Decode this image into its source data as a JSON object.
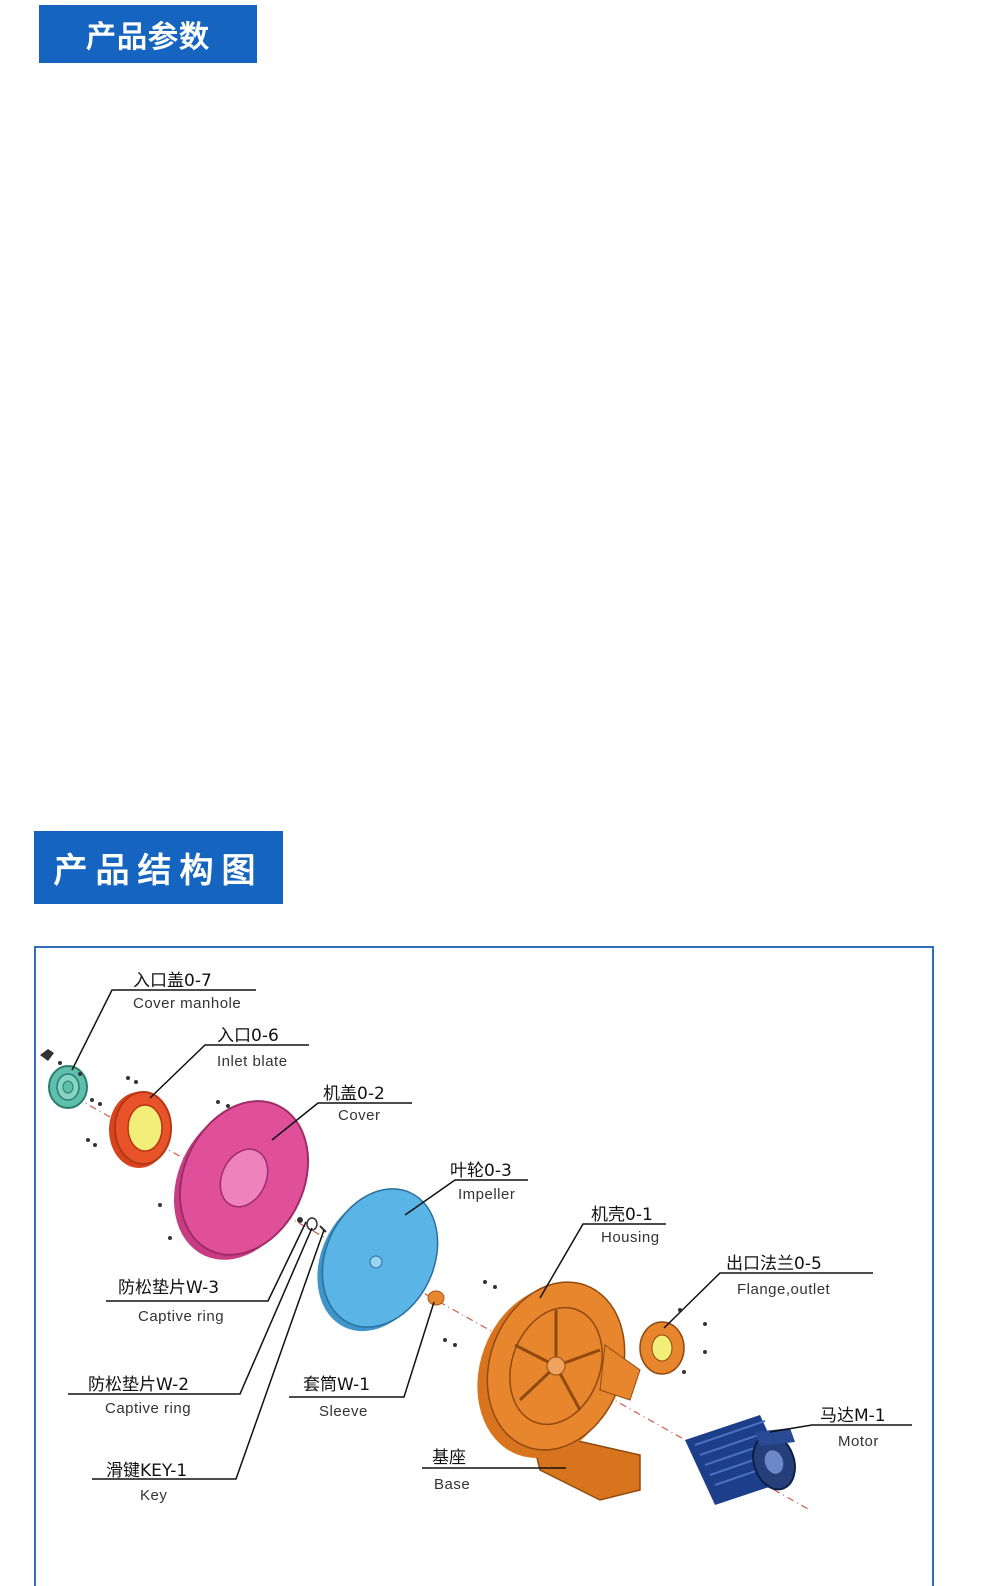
{
  "sections": {
    "params_title": "产品参数",
    "structure_title": "产品结构图"
  },
  "parts": {
    "cover_manhole": {
      "cn": "入口盖0-7",
      "en": "Cover manhole"
    },
    "inlet_blate": {
      "cn": "入口0-6",
      "en": "Inlet blate"
    },
    "cover": {
      "cn": "机盖0-2",
      "en": "Cover"
    },
    "impeller": {
      "cn": "叶轮0-3",
      "en": "Impeller"
    },
    "housing": {
      "cn": "机壳0-1",
      "en": "Housing"
    },
    "flange_outlet": {
      "cn": "出口法兰0-5",
      "en": "Flange,outlet"
    },
    "captive_ring_w3": {
      "cn": "防松垫片W-3",
      "en": "Captive ring"
    },
    "captive_ring_w2": {
      "cn": "防松垫片W-2",
      "en": "Captive ring"
    },
    "sleeve": {
      "cn": "套筒W-1",
      "en": "Sleeve"
    },
    "key": {
      "cn": "滑键KEY-1",
      "en": "Key"
    },
    "base": {
      "cn": "基座",
      "en": "Base"
    },
    "motor": {
      "cn": "马达M-1",
      "en": "Motor"
    }
  },
  "colors": {
    "banner": "#1565c0",
    "frame_border": "#2e6fb8",
    "cover_manhole": "#5fbfae",
    "inlet": "#e8532a",
    "inlet_center": "#f3ee7a",
    "cover": "#e0509a",
    "impeller": "#5ab4e6",
    "housing": "#e8862e",
    "motor": "#1d3f8a"
  }
}
